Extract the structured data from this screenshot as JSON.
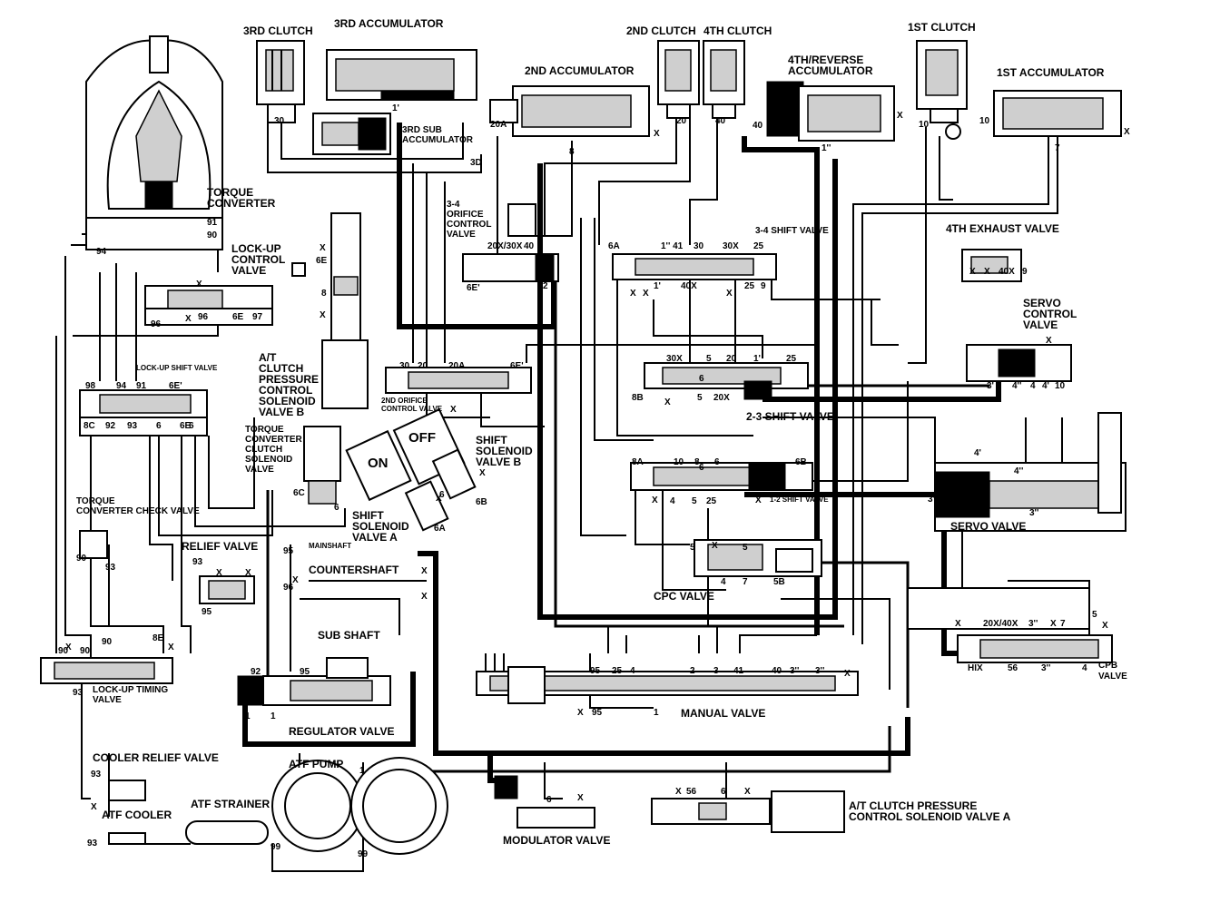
{
  "labels": {
    "clutch3": "3RD CLUTCH",
    "acc3": "3RD ACCUMULATOR",
    "subacc3a": "3RD SUB",
    "subacc3b": "ACCUMULATOR",
    "acc2": "2ND ACCUMULATOR",
    "clutch2": "2ND CLUTCH",
    "clutch4": "4TH CLUTCH",
    "acc4rev_a": "4TH/REVERSE",
    "acc4rev_b": "ACCUMULATOR",
    "clutch1": "1ST CLUTCH",
    "acc1": "1ST ACCUMULATOR",
    "tc_a": "TORQUE",
    "tc_b": "CONVERTER",
    "luc_a": "LOCK-UP",
    "luc_b": "CONTROL",
    "luc_c": "VALVE",
    "orifice34_a": "3-4",
    "orifice34_b": "ORIFICE",
    "orifice34_c": "CONTROL",
    "orifice34_d": "VALVE",
    "shift34": "3-4 SHIFT VALVE",
    "exhaust4": "4TH EXHAUST VALVE",
    "servoctl_a": "SERVO",
    "servoctl_b": "CONTROL",
    "servoctl_c": "VALVE",
    "lockupshift": "LOCK-UP SHIFT VALVE",
    "atcb_a": "A/T",
    "atcb_b": "CLUTCH",
    "atcb_c": "PRESSURE",
    "atcb_d": "CONTROL",
    "atcb_e": "SOLENOID",
    "atcb_f": "VALVE B",
    "orifice2nd_a": "2ND ORIFICE",
    "orifice2nd_b": "CONTROL VALVE",
    "shift23": "2-3 SHIFT VALVE",
    "on": "ON",
    "off": "OFF",
    "ssvb_a": "SHIFT",
    "ssvb_b": "SOLENOID",
    "ssvb_c": "VALVE B",
    "tccs_a": "TORQUE",
    "tccs_b": "CONVERTER",
    "tccs_c": "CLUTCH",
    "tccs_d": "SOLENOID",
    "tccs_e": "VALVE",
    "shift12": "1-2 SHIFT VALVE",
    "tcc_check_a": "TORQUE",
    "tcc_check_b": "CONVERTER CHECK VALVE",
    "ssva_a": "SHIFT",
    "ssva_b": "SOLENOID",
    "ssva_c": "VALVE A",
    "servo": "SERVO VALVE",
    "relief": "RELIEF VALVE",
    "mainshaft": "MAINSHAFT",
    "countershaft": "COUNTERSHAFT",
    "cpc": "CPC VALVE",
    "subshaft": "SUB SHAFT",
    "lutiming_a": "LOCK-UP TIMING",
    "lutiming_b": "VALVE",
    "hix": "HIX",
    "cpb_a": "CPB",
    "cpb_b": "VALVE",
    "regulator": "REGULATOR VALVE",
    "manual": "MANUAL VALVE",
    "cooler_relief": "COOLER RELIEF VALVE",
    "atf_pump": "ATF PUMP",
    "atf_strainer": "ATF STRAINER",
    "atf_cooler": "ATF COOLER",
    "modulator": "MODULATOR VALVE",
    "atca_a": "A/T CLUTCH PRESSURE",
    "atca_b": "CONTROL SOLENOID VALVE A"
  },
  "ports": [
    {
      "id": "p30a",
      "t": "30"
    },
    {
      "id": "p1p",
      "t": "1'"
    },
    {
      "id": "p3d",
      "t": "3D"
    },
    {
      "id": "p20a",
      "t": "20A"
    },
    {
      "id": "p8a",
      "t": "8"
    },
    {
      "id": "p20",
      "t": "20"
    },
    {
      "id": "p40",
      "t": "40"
    },
    {
      "id": "p40b",
      "t": "40"
    },
    {
      "id": "p10",
      "t": "10"
    },
    {
      "id": "p10b",
      "t": "10"
    },
    {
      "id": "p7",
      "t": "7"
    },
    {
      "id": "p1pp",
      "t": "1''"
    },
    {
      "id": "p91",
      "t": "91"
    },
    {
      "id": "p90",
      "t": "90"
    },
    {
      "id": "p94",
      "t": "94"
    },
    {
      "id": "p2030",
      "t": "20X/30X"
    },
    {
      "id": "p40c",
      "t": "40"
    },
    {
      "id": "p6e",
      "t": "6E'"
    },
    {
      "id": "p2",
      "t": "2"
    },
    {
      "id": "p6a",
      "t": "6A"
    },
    {
      "id": "p1pp41",
      "t": "1'' 41"
    },
    {
      "id": "p30",
      "t": "30"
    },
    {
      "id": "p30x",
      "t": "30X"
    },
    {
      "id": "p25",
      "t": "25"
    },
    {
      "id": "p1pr",
      "t": "1'"
    },
    {
      "id": "p40x",
      "t": "40X"
    },
    {
      "id": "p25b",
      "t": "25"
    },
    {
      "id": "p9",
      "t": "9"
    },
    {
      "id": "p40x2",
      "t": "40X"
    },
    {
      "id": "p9b",
      "t": "9"
    },
    {
      "id": "p96",
      "t": "96"
    },
    {
      "id": "p96b",
      "t": "96"
    },
    {
      "id": "p6e2",
      "t": "6E"
    },
    {
      "id": "p97",
      "t": "97"
    },
    {
      "id": "p6e3",
      "t": "6E"
    },
    {
      "id": "p8b",
      "t": "8"
    },
    {
      "id": "p30c",
      "t": "30"
    },
    {
      "id": "p20c",
      "t": "20"
    },
    {
      "id": "p20ac",
      "t": "20A"
    },
    {
      "id": "p6ec",
      "t": "6E'"
    },
    {
      "id": "p30xb",
      "t": "30X"
    },
    {
      "id": "p5",
      "t": "5"
    },
    {
      "id": "p20b",
      "t": "20"
    },
    {
      "id": "p1pb",
      "t": "1'"
    },
    {
      "id": "p25c",
      "t": "25"
    },
    {
      "id": "p98",
      "t": "98"
    },
    {
      "id": "p94b",
      "t": "94"
    },
    {
      "id": "p91b",
      "t": "91"
    },
    {
      "id": "p6ed",
      "t": "6E'"
    },
    {
      "id": "p8c",
      "t": "8C"
    },
    {
      "id": "p92",
      "t": "92"
    },
    {
      "id": "p93",
      "t": "93"
    },
    {
      "id": "p6",
      "t": "6"
    },
    {
      "id": "p6ee",
      "t": "6E"
    },
    {
      "id": "p20xb",
      "t": "20X"
    },
    {
      "id": "p8bb",
      "t": "8B"
    },
    {
      "id": "p5b",
      "t": "5"
    },
    {
      "id": "p3p",
      "t": "3'"
    },
    {
      "id": "p4pp",
      "t": "4''"
    },
    {
      "id": "p4",
      "t": "4"
    },
    {
      "id": "p4p",
      "t": "4'"
    },
    {
      "id": "p10c",
      "t": "10"
    },
    {
      "id": "p6c",
      "t": "6C"
    },
    {
      "id": "p6d",
      "t": "6"
    },
    {
      "id": "p6b",
      "t": "6B"
    },
    {
      "id": "p6a2",
      "t": "6A"
    },
    {
      "id": "p8aa",
      "t": "8A"
    },
    {
      "id": "p10d",
      "t": "10"
    },
    {
      "id": "p8d",
      "t": "8"
    },
    {
      "id": "p6f",
      "t": "6"
    },
    {
      "id": "p6g",
      "t": "6B"
    },
    {
      "id": "p4b",
      "t": "4"
    },
    {
      "id": "p5c",
      "t": "5"
    },
    {
      "id": "p25d",
      "t": "25"
    },
    {
      "id": "p3pp",
      "t": "3''"
    },
    {
      "id": "p4pb",
      "t": "4'"
    },
    {
      "id": "p4ppb",
      "t": "4''"
    },
    {
      "id": "p3pb",
      "t": "3'"
    },
    {
      "id": "p90b",
      "t": "90"
    },
    {
      "id": "p93b",
      "t": "93"
    },
    {
      "id": "p93c",
      "t": "93"
    },
    {
      "id": "p95",
      "t": "95"
    },
    {
      "id": "p95b",
      "t": "95"
    },
    {
      "id": "p96c",
      "t": "96"
    },
    {
      "id": "p5d",
      "t": "5"
    },
    {
      "id": "p4c",
      "t": "4"
    },
    {
      "id": "p7b",
      "t": "7"
    },
    {
      "id": "p5bb",
      "t": "5B"
    },
    {
      "id": "p5e",
      "t": "5"
    },
    {
      "id": "p90c",
      "t": "90"
    },
    {
      "id": "p90d",
      "t": "90"
    },
    {
      "id": "p90e",
      "t": "90"
    },
    {
      "id": "p8e",
      "t": "8E"
    },
    {
      "id": "p93d",
      "t": "93"
    },
    {
      "id": "p2040",
      "t": "20X/40X"
    },
    {
      "id": "p3ppb",
      "t": "3''"
    },
    {
      "id": "p7c",
      "t": "7"
    },
    {
      "id": "p5f",
      "t": "5"
    },
    {
      "id": "p56",
      "t": "56"
    },
    {
      "id": "p3ppc",
      "t": "3''"
    },
    {
      "id": "p4d",
      "t": "4"
    },
    {
      "id": "p92b",
      "t": "92"
    },
    {
      "id": "p95c",
      "t": "95"
    },
    {
      "id": "p1a",
      "t": "1"
    },
    {
      "id": "p1b",
      "t": "1"
    },
    {
      "id": "p95d",
      "t": "95"
    },
    {
      "id": "p25e",
      "t": "25"
    },
    {
      "id": "p4e",
      "t": "4"
    },
    {
      "id": "p2b",
      "t": "2"
    },
    {
      "id": "p3",
      "t": "3"
    },
    {
      "id": "p41",
      "t": "41"
    },
    {
      "id": "p40d",
      "t": "40"
    },
    {
      "id": "p3ppd",
      "t": "3''"
    },
    {
      "id": "p3ppe",
      "t": "3''"
    },
    {
      "id": "p95e",
      "t": "95"
    },
    {
      "id": "p1c",
      "t": "1"
    },
    {
      "id": "p93e",
      "t": "93"
    },
    {
      "id": "p1d",
      "t": "1"
    },
    {
      "id": "p6h",
      "t": "6"
    },
    {
      "id": "p93f",
      "t": "93"
    },
    {
      "id": "p99",
      "t": "99"
    },
    {
      "id": "p99b",
      "t": "99"
    },
    {
      "id": "p56b",
      "t": "56"
    },
    {
      "id": "p6i",
      "t": "6"
    },
    {
      "id": "p6j",
      "t": "6"
    },
    {
      "id": "p6k",
      "t": "6"
    },
    {
      "id": "p6l",
      "t": "6"
    },
    {
      "id": "p6m",
      "t": "6"
    }
  ],
  "exhaust_mark": "X"
}
